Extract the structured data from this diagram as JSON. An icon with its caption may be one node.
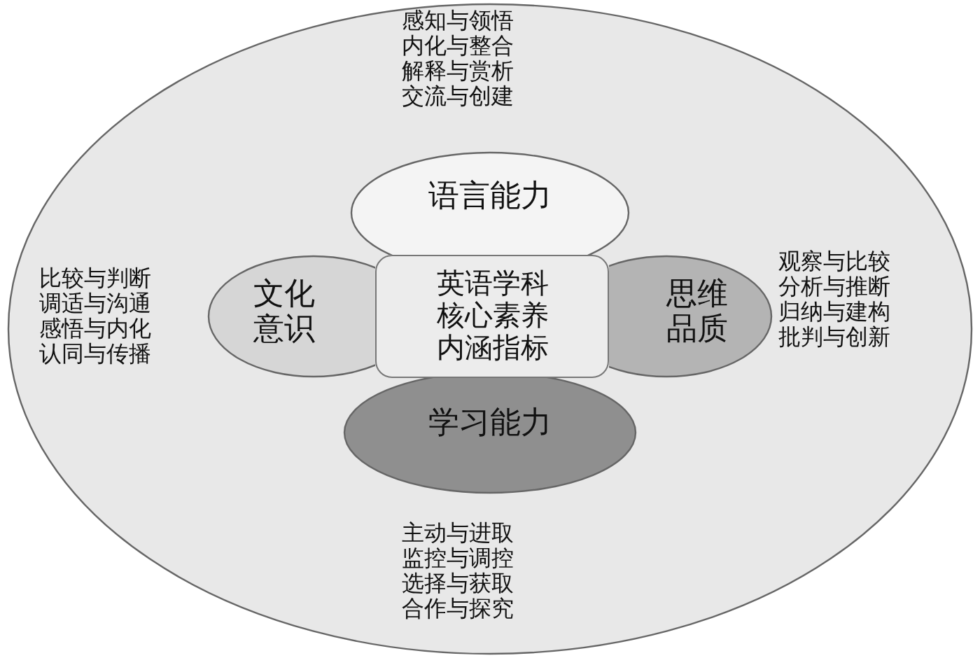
{
  "diagram": {
    "nodes": [
      {
        "text": [],
        "shape": "ellipse"
      },
      {
        "text": [
          "语言能力"
        ],
        "in": 0,
        "beside": [
          "感知与领悟",
          "内化与整合",
          "解释与赏析",
          "交流与创建"
        ]
      },
      {
        "text": [
          "文化意识"
        ],
        "in": 0,
        "beside": [
          "比较与判断",
          "调适与沟通",
          "感悟与内化",
          "认同与传播"
        ]
      },
      {
        "text": [
          "英语学科核心素养内涵指标"
        ],
        "in": 0
      },
      {
        "text": [
          "思维品质"
        ],
        "in": 0,
        "beside": [
          "观察与比较",
          "分析与推断",
          "归纳与建构",
          "批判与创新"
        ]
      },
      {
        "text": [
          "学习能力"
        ],
        "in": 0,
        "beside": [
          "主动与进取",
          "监控与调控",
          "选择与获取",
          "合作与探究"
        ]
      }
    ]
  }
}
